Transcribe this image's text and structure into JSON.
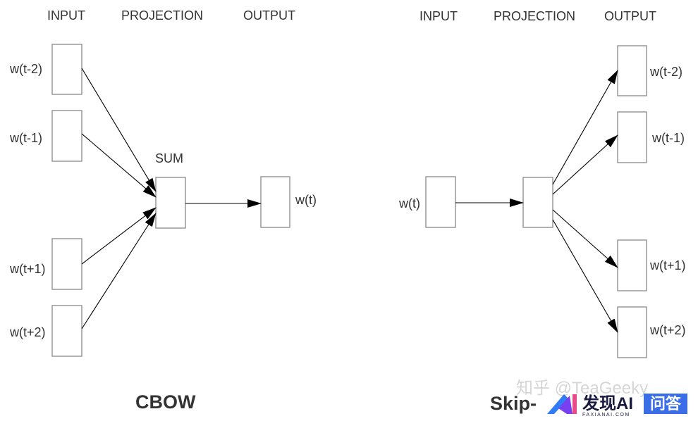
{
  "cbow": {
    "headers": {
      "input": "INPUT",
      "projection": "PROJECTION",
      "output": "OUTPUT"
    },
    "inputs": [
      "w(t-2)",
      "w(t-1)",
      "w(t+1)",
      "w(t+2)"
    ],
    "projection_label": "SUM",
    "output": "w(t)",
    "title": "CBOW"
  },
  "skipgram": {
    "headers": {
      "input": "INPUT",
      "projection": "PROJECTION",
      "output": "OUTPUT"
    },
    "input": "w(t)",
    "outputs": [
      "w(t-2)",
      "w(t-1)",
      "w(t+1)",
      "w(t+2)"
    ],
    "title": "Skip-"
  },
  "watermark": {
    "text": "知乎 @TeaGeeky",
    "logo_name": "发现AI",
    "logo_domain": "FAXIANAI.COM",
    "badge": "问答",
    "badge_color": "#3a6ee8"
  }
}
